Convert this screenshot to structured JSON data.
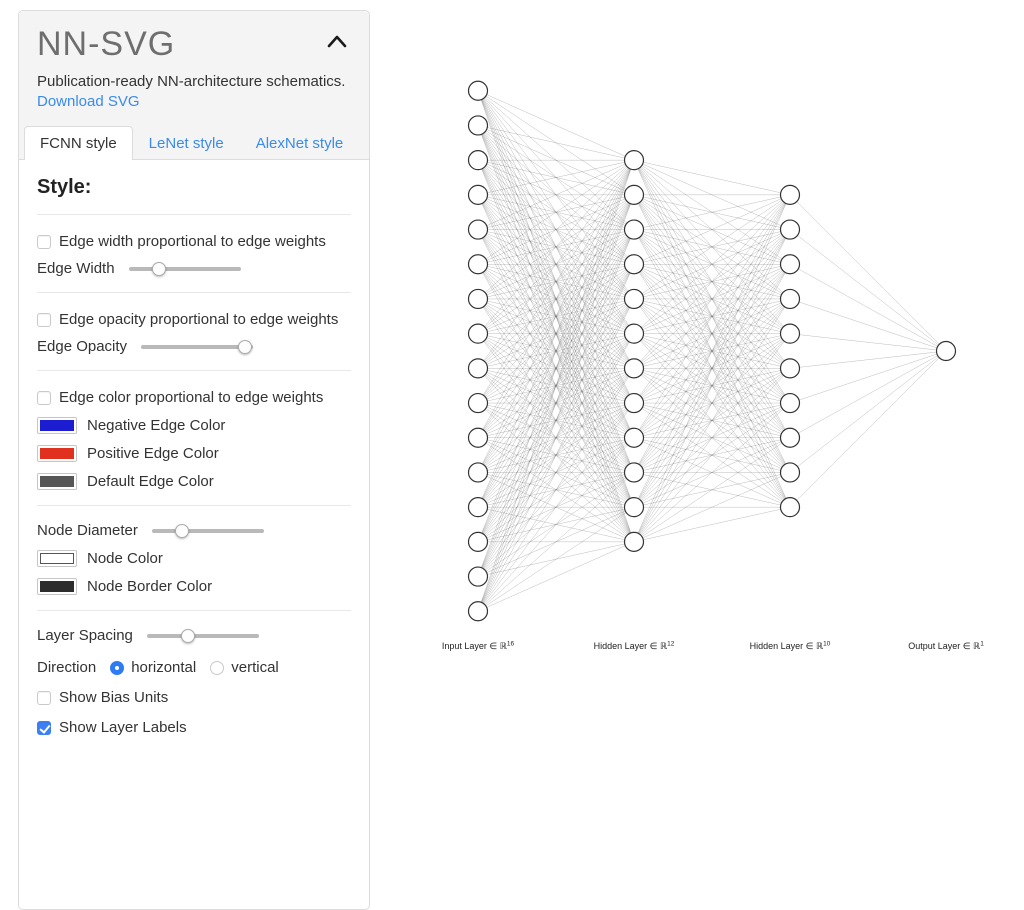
{
  "header": {
    "title": "NN-SVG",
    "subtitle": "Publication-ready NN-architecture schematics.",
    "download_link": "Download SVG"
  },
  "tabs": [
    {
      "label": "FCNN style",
      "active": true
    },
    {
      "label": "LeNet style",
      "active": false
    },
    {
      "label": "AlexNet style",
      "active": false
    }
  ],
  "style_panel": {
    "heading": "Style:",
    "edge_width": {
      "checkbox_label": "Edge width proportional to edge weights",
      "checked": false,
      "slider_label": "Edge Width",
      "slider_percent": 27
    },
    "edge_opacity": {
      "checkbox_label": "Edge opacity proportional to edge weights",
      "checked": false,
      "slider_label": "Edge Opacity",
      "slider_percent": 93
    },
    "edge_color": {
      "checkbox_label": "Edge color proportional to edge weights",
      "checked": false,
      "swatches": [
        {
          "label": "Negative Edge Color",
          "color": "#1c1cd1"
        },
        {
          "label": "Positive Edge Color",
          "color": "#e0301e"
        },
        {
          "label": "Default Edge Color",
          "color": "#565656"
        }
      ]
    },
    "node": {
      "slider_label": "Node Diameter",
      "slider_percent": 27,
      "swatches": [
        {
          "label": "Node Color",
          "color": "#ffffff"
        },
        {
          "label": "Node Border Color",
          "color": "#2d2d2d"
        }
      ]
    },
    "layout": {
      "slider_label": "Layer Spacing",
      "slider_percent": 37,
      "direction_label": "Direction",
      "direction_options": [
        {
          "label": "horizontal",
          "selected": true
        },
        {
          "label": "vertical",
          "selected": false
        }
      ],
      "show_bias": {
        "label": "Show Bias Units",
        "checked": false
      },
      "show_layer_labels": {
        "label": "Show Layer Labels",
        "checked": true
      }
    }
  },
  "network": {
    "layers": [
      {
        "label": "Input Layer ∈ ℝ",
        "exponent": "16",
        "size": 16
      },
      {
        "label": "Hidden Layer ∈ ℝ",
        "exponent": "12",
        "size": 12
      },
      {
        "label": "Hidden Layer ∈ ℝ",
        "exponent": "10",
        "size": 10
      },
      {
        "label": "Output Layer ∈ ℝ",
        "exponent": "1",
        "size": 1
      }
    ],
    "node_fill": "#ffffff",
    "node_border": "#333333",
    "edge_color": "#505050",
    "label_color": "#222222"
  }
}
